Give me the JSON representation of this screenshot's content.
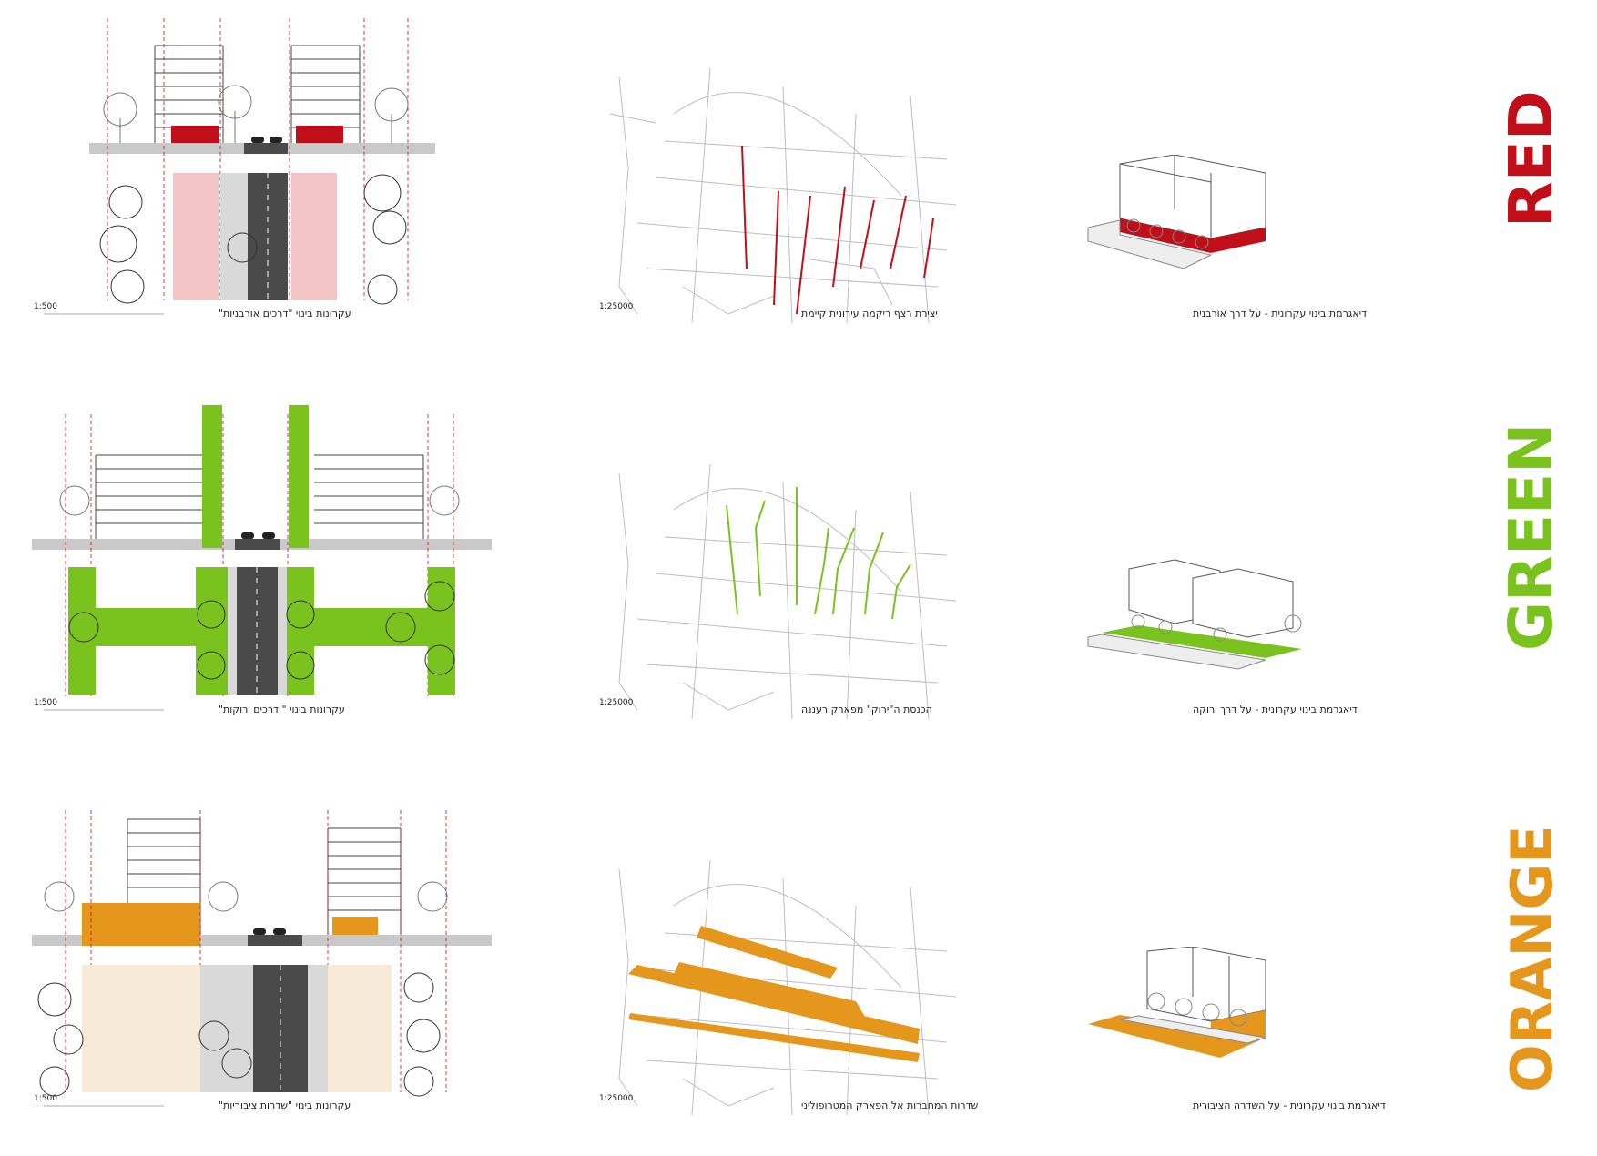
{
  "colors": {
    "red": "#c00f18",
    "green": "#7ac21e",
    "orange": "#e5961d",
    "line": "#444444",
    "road": "#4a4a4a",
    "ground": "#c9c9c9"
  },
  "rows": [
    {
      "word": "RED",
      "section_caption": "עקרונות בינוי \"דרכים אורבניות\"",
      "section_scale": "1:500",
      "map_caption": "יצירת רצף ריקמה עירונית קיימת",
      "map_scale": "1:25000",
      "iso_caption": "דיאגרמת בינוי עקרונית - על דרך אורבנית"
    },
    {
      "word": "GREEN",
      "section_caption": "עקרונות בינוי \" דרכים ירוקות\"",
      "section_scale": "1:500",
      "map_caption": "הכנסת ה\"ירוק\" מפארק רעננה",
      "map_scale": "1:25000",
      "iso_caption": "דיאגרמת בינוי עקרונית - על דרך ירוקה"
    },
    {
      "word": "ORANGE",
      "section_caption": "עקרונות בינוי \"שדרות ציבוריות\"",
      "section_scale": "1:500",
      "map_caption": "שדרות המחברות אל הפארק המטרופוליני",
      "map_scale": "1:25000",
      "iso_caption": "דיאגרמת בינוי עקרונית - על השדרה הציבורית"
    }
  ]
}
